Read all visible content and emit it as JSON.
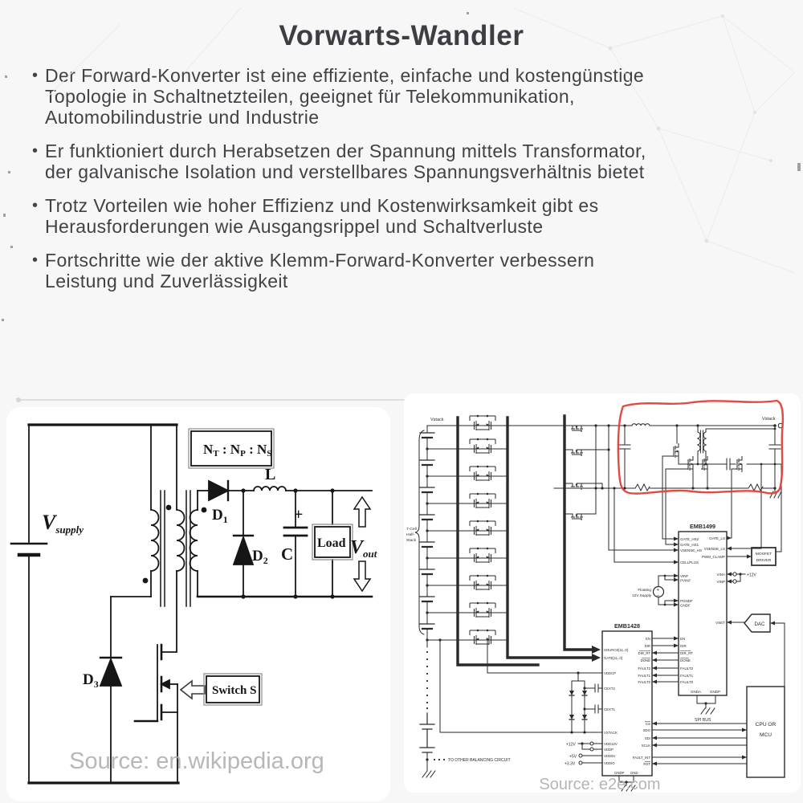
{
  "slide": {
    "title": "Vorwarts-Wandler",
    "bullets": [
      [
        "Der Forward-Konverter ist eine effiziente, einfache und kostengünstige",
        "Topologie in Schaltnetzteilen, geeignet für Telekommunikation,",
        "Automobilindustrie und Industrie"
      ],
      [
        "Er funktioniert durch Herabsetzen der Spannung mittels Transformator,",
        "der galvanische Isolation und verstellbares Spannungsverhältnis bietet"
      ],
      [
        "Trotz Vorteilen wie hoher Effizienz und Kostenwirksamkeit gibt es",
        "Herausforderungen wie Ausgangsrippel und Schaltverluste"
      ],
      [
        "Fortschritte wie der aktive Klemm-Forward-Konverter verbessern",
        "Leistung und Zuverlässigkeit"
      ]
    ]
  },
  "left_diagram": {
    "source": "Source: en.wikipedia.org",
    "v_supply": {
      "main": "V",
      "sub": "supply"
    },
    "ratio": {
      "n1": "N",
      "s1": "T",
      "n2": " : N",
      "s2": "P",
      "n3": " : N",
      "s3": "S"
    },
    "d1": {
      "main": "D",
      "sub": "1"
    },
    "d2": {
      "main": "D",
      "sub": "2"
    },
    "d3": {
      "main": "D",
      "sub": "3"
    },
    "inductor": "L",
    "cap": "C",
    "cap_plus": "+",
    "load": "Load",
    "switch_label": "Switch  S",
    "v_out": {
      "main": "V",
      "sub": "out"
    }
  },
  "right_diagram": {
    "source": "Source: e2e.com",
    "vstack_left": "Vstack",
    "vstack_right": "Vstack",
    "stack_label": [
      "7-Cell",
      "Half-",
      "Stack"
    ],
    "to_other": "TO OTHER BALANCING CIRCUIT",
    "spi_bus": "SPI BUS",
    "floating": [
      "Floating",
      "12V Supply"
    ],
    "plus12v_pins": "+12V",
    "plus12v_right": "+12V",
    "plus5v": "+5V",
    "plus3v3": "+3.3V",
    "driver": [
      "MOSFET",
      "DRIVER"
    ],
    "dac": "DAC",
    "cpu": [
      "CPU OR",
      "MCU"
    ],
    "emb1499": {
      "title": "EMB1499",
      "left": [
        "GATE_HS2",
        "GATE_HS1",
        "VSENSE_HS",
        "CELLPLUS",
        "VINF",
        "PVINF",
        "PGNDF",
        "GNDF",
        "EN",
        "DIR",
        "DIR_RT",
        "DONE",
        "FAULT2",
        "FAULT1",
        "FAULT0"
      ],
      "right": [
        "GATE_LS",
        "VSENSE_LS",
        "PWM_CLAMP",
        "VINA",
        "VINP",
        "VSET"
      ],
      "bottom": [
        "GNDA",
        "GNDP"
      ]
    },
    "emb1428": {
      "title": "EMB1428",
      "left": [
        "SOURCE[11..0]",
        "GATE[11..0]",
        "VDDCP",
        "CEXT2",
        "CEXT1",
        "VSTACK",
        "VDD12V",
        "VDDP",
        "VDD5V",
        "VDDIO"
      ],
      "right": [
        "EN",
        "DIR",
        "DIR_RT",
        "DONE",
        "FAULT2",
        "FAULT1",
        "FAULT0",
        "CS",
        "SDO",
        "SDI",
        "SCLK",
        "FAULT_INT",
        "RST"
      ],
      "bottom": [
        "GNDP",
        "GND"
      ]
    }
  }
}
